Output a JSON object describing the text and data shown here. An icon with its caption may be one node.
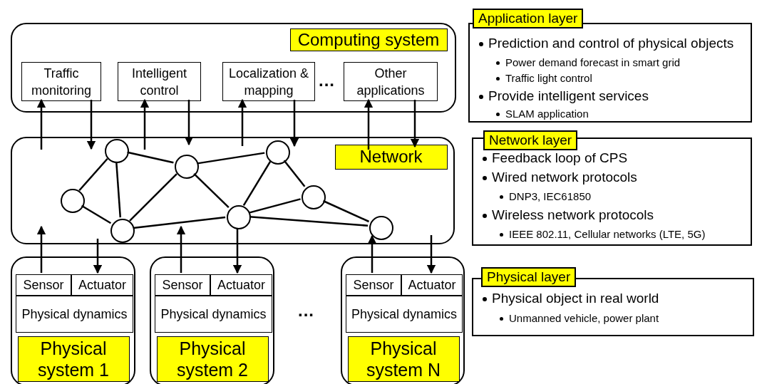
{
  "diagram": {
    "nodes": [
      {
        "text": [
          "Computing system"
        ]
      },
      {
        "text": [
          "Traffic monitoring"
        ],
        "in": 0
      },
      {
        "text": [
          "Intelligent control"
        ],
        "in": 0
      },
      {
        "text": [
          "Localization & mapping"
        ],
        "in": 0
      },
      {
        "text": [
          "Other applications"
        ],
        "in": 0
      },
      {
        "text": [
          "Network"
        ]
      },
      {
        "text": [],
        "shape": "circle",
        "in": 5
      },
      {
        "text": [],
        "shape": "circle",
        "in": 5
      },
      {
        "text": [],
        "shape": "circle",
        "in": 5
      },
      {
        "text": [],
        "shape": "circle",
        "in": 5
      },
      {
        "text": [],
        "shape": "circle",
        "in": 5
      },
      {
        "text": [],
        "shape": "circle",
        "in": 5
      },
      {
        "text": [],
        "shape": "circle",
        "in": 5
      },
      {
        "text": [],
        "shape": "circle",
        "in": 5
      },
      {
        "text": [
          "Physical system 1"
        ]
      },
      {
        "text": [
          "Sensor"
        ],
        "in": 14
      },
      {
        "text": [
          "Actuator"
        ],
        "in": 14
      },
      {
        "text": [
          "Physical dynamics"
        ],
        "in": 14
      },
      {
        "text": [
          "Physical system 2"
        ]
      },
      {
        "text": [
          "Sensor"
        ],
        "in": 18
      },
      {
        "text": [
          "Actuator"
        ],
        "in": 18
      },
      {
        "text": [
          "Physical dynamics"
        ],
        "in": 18
      },
      {
        "text": [
          "Physical system N"
        ]
      },
      {
        "text": [
          "Sensor"
        ],
        "in": 22
      },
      {
        "text": [
          "Actuator"
        ],
        "in": 22
      },
      {
        "text": [
          "Physical dynamics"
        ],
        "in": 22
      },
      {
        "text": [
          "Application layer",
          "Prediction and control of physical objects",
          "Power demand forecast in smart grid",
          "Traffic light control",
          "Provide intelligent services",
          "SLAM application"
        ]
      },
      {
        "text": [
          "Network layer",
          "Feedback loop of CPS",
          "Wired network protocols",
          "DNP3, IEC61850",
          "Wireless network protocols",
          "IEEE 802.11, Cellular networks (LTE, 5G)"
        ]
      },
      {
        "text": [
          "Physical layer",
          "Physical object in real world",
          "Unmanned vehicle,  power plant"
        ]
      }
    ],
    "edges": [
      {
        "from": 5,
        "to": 1,
        "arrow": "to"
      },
      {
        "from": 1,
        "to": 5,
        "arrow": "to"
      },
      {
        "from": 5,
        "to": 2,
        "arrow": "to"
      },
      {
        "from": 2,
        "to": 5,
        "arrow": "to"
      },
      {
        "from": 5,
        "to": 3,
        "arrow": "to"
      },
      {
        "from": 3,
        "to": 5,
        "arrow": "to"
      },
      {
        "from": 5,
        "to": 4,
        "arrow": "to"
      },
      {
        "from": 4,
        "to": 5,
        "arrow": "to"
      },
      {
        "from": 7,
        "to": 9,
        "arrow": "none"
      },
      {
        "from": 9,
        "to": 11,
        "arrow": "none"
      },
      {
        "from": 7,
        "to": 6,
        "arrow": "none"
      },
      {
        "from": 7,
        "to": 8,
        "arrow": "none"
      },
      {
        "from": 6,
        "to": 8,
        "arrow": "none"
      },
      {
        "from": 8,
        "to": 9,
        "arrow": "none"
      },
      {
        "from": 8,
        "to": 10,
        "arrow": "none"
      },
      {
        "from": 9,
        "to": 10,
        "arrow": "none"
      },
      {
        "from": 11,
        "to": 10,
        "arrow": "none"
      },
      {
        "from": 11,
        "to": 12,
        "arrow": "none"
      },
      {
        "from": 12,
        "to": 10,
        "arrow": "none"
      },
      {
        "from": 12,
        "to": 13,
        "arrow": "none"
      },
      {
        "from": 10,
        "to": 13,
        "arrow": "none"
      },
      {
        "from": 15,
        "to": 5,
        "arrow": "to"
      },
      {
        "from": 5,
        "to": 16,
        "arrow": "to"
      },
      {
        "from": 19,
        "to": 5,
        "arrow": "to"
      },
      {
        "from": 10,
        "to": 20,
        "arrow": "to"
      },
      {
        "from": 23,
        "to": 13,
        "arrow": "to"
      },
      {
        "from": 5,
        "to": 24,
        "arrow": "to"
      }
    ],
    "labels": [
      "...",
      "..."
    ]
  }
}
